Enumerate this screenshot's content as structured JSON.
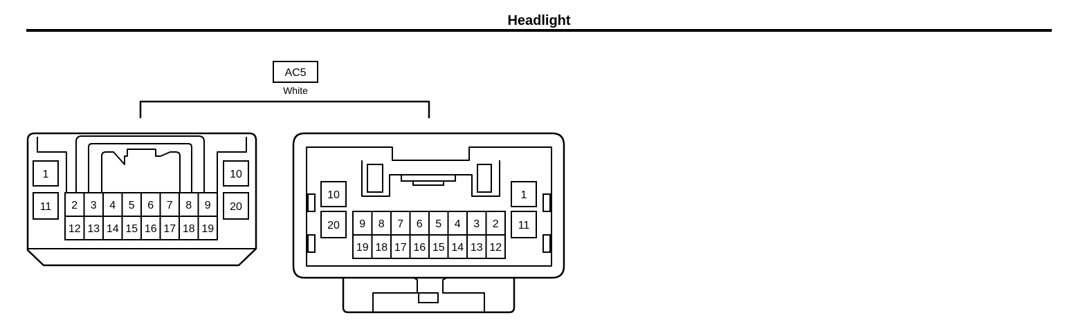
{
  "title": "Headlight",
  "connector": {
    "code": "AC5",
    "color": "White"
  },
  "connectors": [
    {
      "id": "left",
      "pins": [
        {
          "n": "1"
        },
        {
          "n": "11"
        },
        {
          "n": "2"
        },
        {
          "n": "3"
        },
        {
          "n": "4"
        },
        {
          "n": "5"
        },
        {
          "n": "6"
        },
        {
          "n": "7"
        },
        {
          "n": "8"
        },
        {
          "n": "9"
        },
        {
          "n": "12"
        },
        {
          "n": "13"
        },
        {
          "n": "14"
        },
        {
          "n": "15"
        },
        {
          "n": "16"
        },
        {
          "n": "17"
        },
        {
          "n": "18"
        },
        {
          "n": "19"
        },
        {
          "n": "10"
        },
        {
          "n": "20"
        }
      ]
    },
    {
      "id": "right",
      "pins": [
        {
          "n": "10"
        },
        {
          "n": "20"
        },
        {
          "n": "9"
        },
        {
          "n": "8"
        },
        {
          "n": "7"
        },
        {
          "n": "6"
        },
        {
          "n": "5"
        },
        {
          "n": "4"
        },
        {
          "n": "3"
        },
        {
          "n": "2"
        },
        {
          "n": "19"
        },
        {
          "n": "18"
        },
        {
          "n": "17"
        },
        {
          "n": "16"
        },
        {
          "n": "15"
        },
        {
          "n": "14"
        },
        {
          "n": "13"
        },
        {
          "n": "12"
        },
        {
          "n": "1"
        },
        {
          "n": "11"
        }
      ]
    }
  ]
}
